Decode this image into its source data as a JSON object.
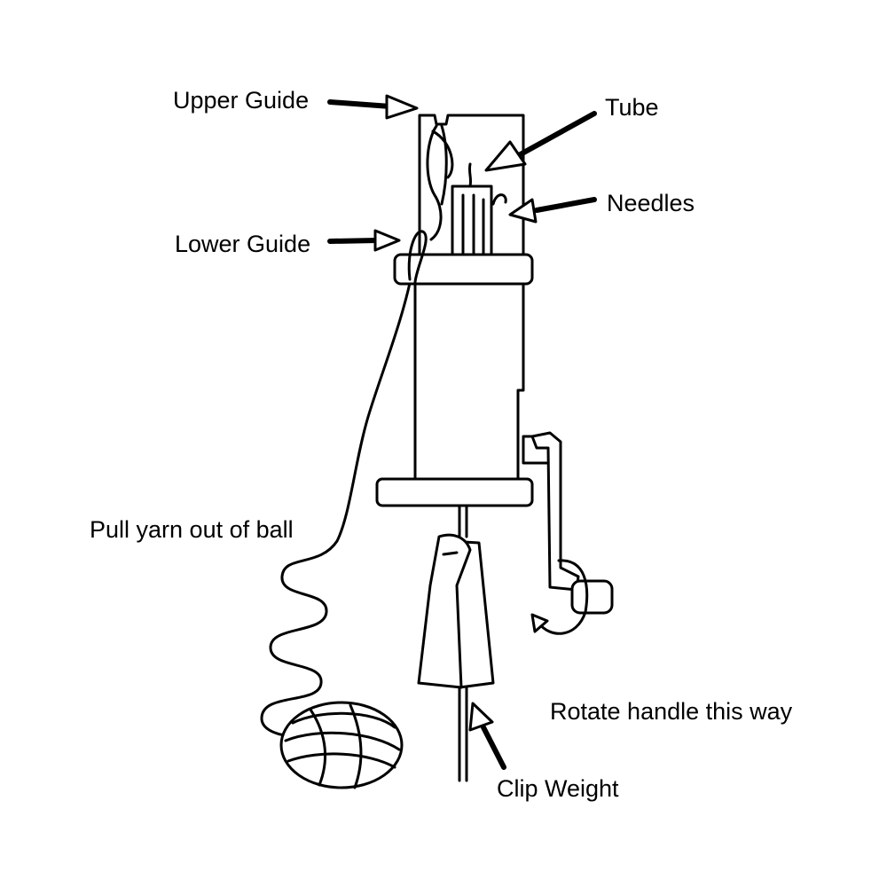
{
  "labels": {
    "upper_guide": "Upper Guide",
    "tube": "Tube",
    "needles": "Needles",
    "lower_guide": "Lower Guide",
    "pull_yarn": "Pull yarn out of ball",
    "rotate_handle": "Rotate handle this way",
    "clip_weight": "Clip Weight"
  },
  "colors": {
    "line": "#000000",
    "background": "#ffffff"
  }
}
